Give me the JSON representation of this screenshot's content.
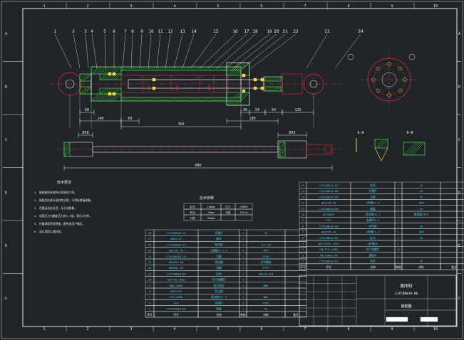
{
  "colors": {
    "background": "#212429",
    "line": "#e8e8e8",
    "red": "#e03030",
    "green": "#3cc43c",
    "yellow": "#f0e040",
    "cyan": "#40d8e8",
    "white": "#ffffff"
  },
  "border": {
    "top_numbers": [
      "1",
      "2",
      "3",
      "4",
      "5",
      "6",
      "7",
      "8",
      "9",
      "10"
    ],
    "side_letters": [
      "A",
      "B",
      "C",
      "D",
      "E",
      "F"
    ]
  },
  "balloons": [
    "1",
    "2",
    "3",
    "4",
    "5",
    "6",
    "7",
    "8",
    "9",
    "10",
    "11",
    "12",
    "13",
    "14",
    "15",
    "16",
    "17",
    "18",
    "19",
    "20",
    "21",
    "22",
    "23",
    "24"
  ],
  "main_dims": [
    "60",
    "140",
    "60",
    "350",
    "180",
    "30",
    "54",
    "54",
    "125"
  ],
  "lower_dims": [
    "600"
  ],
  "notes_title": "技术要求",
  "notes": [
    "1. 装配前所有零件必须清洗干净。",
    "2. 装配后应进行密封性试验，不得有渗漏现象。",
    "3. 活塞运动应灵活，无卡滞现象。",
    "4. 试验压力为额定压力的1.5倍，保压2分钟。",
    "5. 外露表面涂防锈漆，颜色由用户确定。",
    "6. 油口用防尘堵封住。"
  ],
  "param_table": {
    "title": "技术参数",
    "rows": [
      [
        "缸径",
        "100mm",
        "压力",
        "25MPa"
      ],
      [
        "杆径",
        "56mm",
        "流量",
        "32L/m"
      ],
      [
        "行程",
        "350mm",
        "",
        "",
        ""
      ]
    ]
  },
  "bom_left": [
    [
      "18",
      "CJYC08010-12",
      "活塞杆",
      "1",
      "45",
      ""
    ],
    [
      "17",
      "GB63-87",
      "螺母",
      "1",
      "",
      ""
    ],
    [
      "16",
      "CJYC08010-11",
      "导向套",
      "1",
      "ZCrl13",
      ""
    ],
    [
      "15",
      "GB1235-76",
      "O形圈14.1.9",
      "2",
      "FPM",
      ""
    ],
    [
      "14",
      "CJYC08010-10",
      "活塞",
      "1",
      "ZG16",
      ""
    ],
    [
      "13",
      "GB3051-83",
      "密封圈",
      "1",
      "夹布橡胶",
      ""
    ],
    [
      "12",
      "GB3052-83",
      "挡圈",
      "1",
      "PTFE",
      ""
    ],
    [
      "11",
      "CJYC08010-09",
      "缸体",
      "1",
      "ZG310-570",
      ""
    ],
    [
      "10",
      "GB/T70-2000",
      "内六角螺钉",
      "4",
      "",
      ""
    ],
    [
      "9",
      "GB9-2000",
      "组合密封",
      "1",
      "NBR",
      ""
    ],
    [
      "8",
      "GB79-85",
      "防尘圈",
      "1",
      "",
      ""
    ],
    [
      "7",
      "CJ2-2000",
      "耐油垫片2.5",
      "1",
      "NBR",
      ""
    ],
    [
      "6",
      "CST",
      "支撑环",
      "2",
      "PTFE",
      ""
    ],
    [
      "5",
      "CJYC08010-05",
      "端盖",
      "1",
      "45",
      ""
    ]
  ],
  "bom_left_header": [
    "序号",
    "代号",
    "名称",
    "数量",
    "材料",
    "备注"
  ],
  "bom_right": [
    [
      "15",
      "CJYC08010-07",
      "缸筒",
      "1",
      "45",
      ""
    ],
    [
      "14",
      "CJYC08010-08",
      "活塞杆",
      "1",
      "45",
      ""
    ],
    [
      "13",
      "CJYC08010-06",
      "活塞",
      "1",
      "45",
      ""
    ],
    [
      "12",
      "GB1235-76",
      "O形圈71.4",
      "1",
      "FKM",
      ""
    ],
    [
      "11",
      "CJYC08010-06",
      "端盖",
      "1",
      "45",
      ""
    ],
    [
      "10",
      "DEF0009",
      "密封圈24.1",
      "1",
      "聚氨酯PTFE",
      ""
    ],
    [
      "9",
      "CST",
      "支撑环2.5",
      "2",
      "",
      ""
    ],
    [
      "8",
      "CJYC08010-03",
      "导向套",
      "1",
      "45",
      ""
    ],
    [
      "7",
      "GB1235-76",
      "O形圈71.4",
      "1",
      "FKM",
      ""
    ],
    [
      "6",
      "CJYC08010-02",
      "缸头",
      "1",
      "45",
      ""
    ],
    [
      "5",
      "GB/T3452-1992",
      "O形圈16",
      "1",
      "",
      ""
    ],
    [
      "4",
      "GB/T70-2000",
      "内六角螺钉",
      "12",
      "",
      ""
    ],
    [
      "3",
      "JB/T2001-99",
      "螺母M",
      "1",
      "",
      ""
    ],
    [
      "2",
      "CJYC08010-01",
      "耳环",
      "1",
      "45",
      ""
    ]
  ],
  "bom_right_header": [
    "序号",
    "代号",
    "名称",
    "数量",
    "材料",
    "备注"
  ],
  "title_block": {
    "name": "液压缸",
    "drawing_no": "CJYC08010-00",
    "label": "装配图"
  },
  "section_labels": [
    "A-A",
    "B-B"
  ]
}
